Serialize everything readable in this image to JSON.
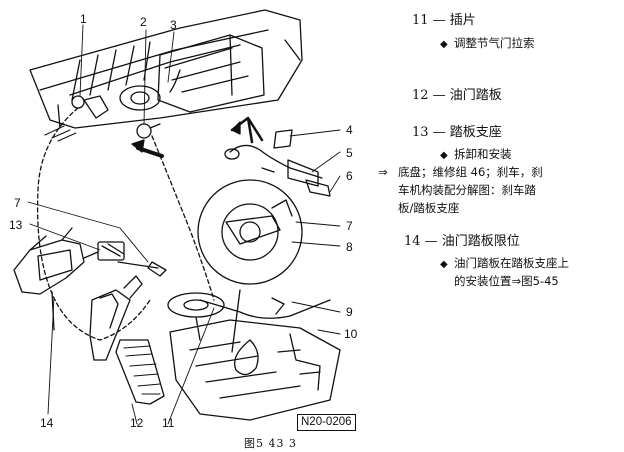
{
  "callouts": [
    "1",
    "2",
    "3",
    "4",
    "5",
    "6",
    "7",
    "8",
    "9",
    "10",
    "11",
    "12",
    "13",
    "14",
    "7"
  ],
  "legend": {
    "item11": {
      "title": "11 — 插片",
      "line1": "调整节气门拉索"
    },
    "item12": {
      "title": "12 — 油门踏板"
    },
    "item13": {
      "title": "13 — 踏板支座",
      "line1": "拆卸和安装",
      "line2": "底盘；维修组 46；刹车，刹",
      "line3": "车机构装配分解图：刹车踏",
      "line4": "板/踏板支座"
    },
    "item14": {
      "title": "14 — 油门踏板限位",
      "line1": "油门踏板在踏板支座上",
      "line2": "的安装位置⇒图5-45"
    },
    "diamond": "◆",
    "arrow": "⇒"
  },
  "code_box": "N20-0206",
  "caption": "图5 43 3"
}
